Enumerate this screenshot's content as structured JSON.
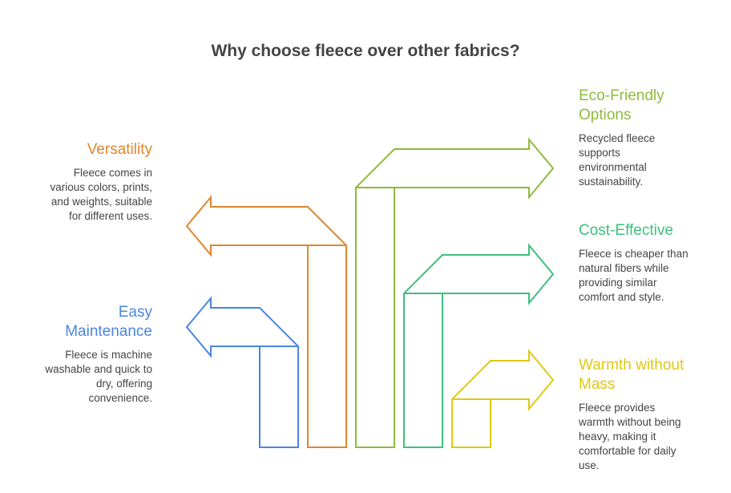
{
  "title": "Why choose fleece over other fabrics?",
  "items": [
    {
      "key": "versatility",
      "heading": "Versatility",
      "description": "Fleece comes in various colors, prints, and weights, suitable for different uses.",
      "color": "#e0862e"
    },
    {
      "key": "easy-maintenance",
      "heading": "Easy Maintenance",
      "description": "Fleece is machine washable and quick to dry, offering convenience.",
      "color": "#4a86e0"
    },
    {
      "key": "eco-friendly",
      "heading": "Eco-Friendly Options",
      "description": "Recycled fleece supports environmental sustainability.",
      "color": "#8fbb3a"
    },
    {
      "key": "cost-effective",
      "heading": "Cost-Effective",
      "description": "Fleece is cheaper than natural fibers while providing similar comfort and style.",
      "color": "#3dc07e"
    },
    {
      "key": "warmth",
      "heading": "Warmth without Mass",
      "description": "Fleece provides warmth without being heavy, making it comfortable for daily use.",
      "color": "#e0c812"
    }
  ]
}
